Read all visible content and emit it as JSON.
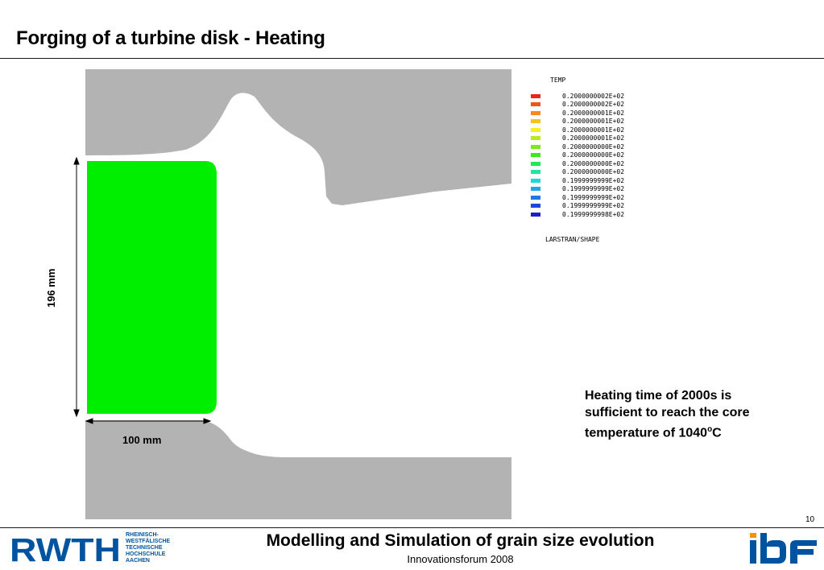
{
  "slide": {
    "title": "Forging of a turbine disk - Heating",
    "page_number": "10"
  },
  "legend": {
    "title": "TEMP",
    "entries": [
      {
        "value": "0.2000000002E+02",
        "color": "#e8261c"
      },
      {
        "value": "0.2000000002E+02",
        "color": "#f0561c"
      },
      {
        "value": "0.2000000001E+02",
        "color": "#f58a1e"
      },
      {
        "value": "0.2000000001E+02",
        "color": "#f5c21e"
      },
      {
        "value": "0.2000000001E+02",
        "color": "#f5f01e"
      },
      {
        "value": "0.2000000001E+02",
        "color": "#b8ea1e"
      },
      {
        "value": "0.2000000000E+02",
        "color": "#7ee81e"
      },
      {
        "value": "0.2000000000E+02",
        "color": "#3fe81e"
      },
      {
        "value": "0.2000000000E+02",
        "color": "#1ee85c"
      },
      {
        "value": "0.2000000000E+02",
        "color": "#1ee8a0"
      },
      {
        "value": "0.1999999999E+02",
        "color": "#1ed8d8"
      },
      {
        "value": "0.1999999999E+02",
        "color": "#1ea8e8"
      },
      {
        "value": "0.1999999999E+02",
        "color": "#1e78e8"
      },
      {
        "value": "0.1999999999E+02",
        "color": "#1e48d8"
      },
      {
        "value": "0.1999999998E+02",
        "color": "#1e1ec8"
      }
    ],
    "footer": "LARSTRAN/SHAPE"
  },
  "simulation": {
    "die_color": "#b3b3b3",
    "workpiece_color": "#00ef00"
  },
  "dimensions": {
    "height_label": "196 mm",
    "width_label": "100 mm"
  },
  "note": {
    "line1": "Heating time of 2000s is sufficient to reach the core temperature of 1040",
    "degree_mark": "o",
    "unit": "C"
  },
  "footer": {
    "title": "Modelling and Simulation of grain size evolution",
    "subtitle": "Innovationsforum 2008",
    "rwth_logo_text": "RWTH",
    "rwth_lines": [
      "RHEINISCH-",
      "WESTFÄLISCHE",
      "TECHNISCHE",
      "HOCHSCHULE",
      "AACHEN"
    ],
    "ibf_logo_text": "ibf",
    "rwth_color": "#00549f",
    "ibf_orange": "#f29400",
    "ibf_blue": "#00549f"
  }
}
